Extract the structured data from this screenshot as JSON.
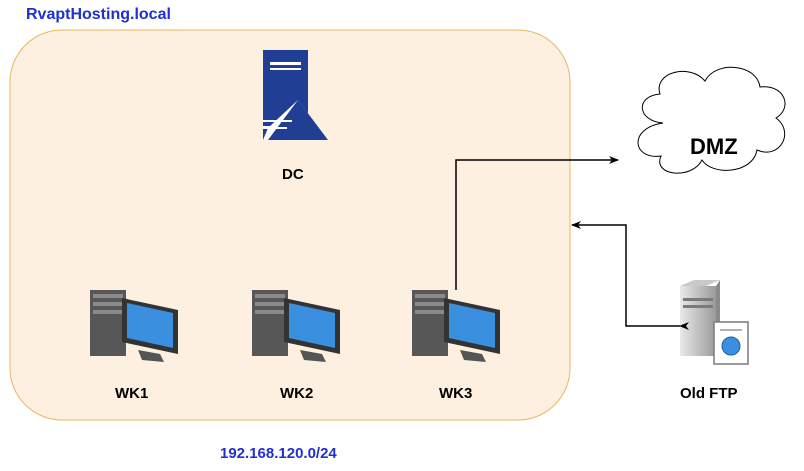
{
  "domain_title": "RvaptHosting.local",
  "subnet": "192.168.120.0/24",
  "nodes": {
    "dc": {
      "label": "DC",
      "icon": "server-icon"
    },
    "wk1": {
      "label": "WK1",
      "icon": "workstation-icon"
    },
    "wk2": {
      "label": "WK2",
      "icon": "workstation-icon"
    },
    "wk3": {
      "label": "WK3",
      "icon": "workstation-icon"
    },
    "dmz": {
      "label": "DMZ",
      "icon": "cloud-icon"
    },
    "ftp": {
      "label": "Old FTP",
      "icon": "ftp-server-icon"
    }
  },
  "colors": {
    "zone_fill": "#fdf0e0",
    "zone_border": "#e8b860",
    "server_blue": "#1f3e94",
    "link_blue": "#1f2fd0",
    "monitor_blue": "#3a8fde"
  }
}
